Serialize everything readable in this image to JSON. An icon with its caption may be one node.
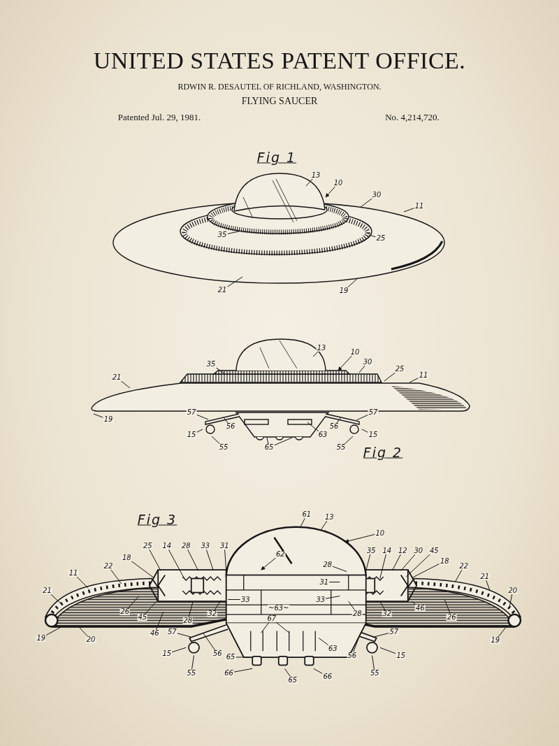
{
  "diagram": {
    "title": "UNITED STATES PATENT OFFICE.",
    "nodes": [
      {
        "text": [
          "13"
        ]
      },
      {
        "text": [
          "10"
        ]
      },
      {
        "text": [
          "30"
        ]
      },
      {
        "text": [
          "11"
        ]
      },
      {
        "text": [
          "35"
        ]
      },
      {
        "text": [
          "25"
        ]
      },
      {
        "text": [
          "21"
        ]
      },
      {
        "text": [
          "19"
        ]
      },
      {
        "text": [
          "13"
        ]
      },
      {
        "text": [
          "10"
        ]
      },
      {
        "text": [
          "35"
        ]
      },
      {
        "text": [
          "30"
        ]
      },
      {
        "text": [
          "25"
        ]
      },
      {
        "text": [
          "21"
        ]
      },
      {
        "text": [
          "11"
        ]
      },
      {
        "text": [
          "19"
        ]
      },
      {
        "text": [
          "57"
        ]
      },
      {
        "text": [
          "56"
        ]
      },
      {
        "text": [
          "15"
        ]
      },
      {
        "text": [
          "55"
        ]
      },
      {
        "text": [
          "65"
        ]
      },
      {
        "text": [
          "63"
        ]
      },
      {
        "text": [
          "56"
        ]
      },
      {
        "text": [
          "57"
        ]
      },
      {
        "text": [
          "15"
        ]
      },
      {
        "text": [
          "55"
        ]
      },
      {
        "text": [
          "62"
        ]
      },
      {
        "text": [
          "25"
        ]
      },
      {
        "text": [
          "14"
        ]
      },
      {
        "text": [
          "28"
        ]
      },
      {
        "text": [
          "33"
        ]
      },
      {
        "text": [
          "31"
        ]
      },
      {
        "text": [
          "18"
        ]
      },
      {
        "text": [
          "11"
        ]
      },
      {
        "text": [
          "22"
        ]
      },
      {
        "text": [
          "21"
        ]
      },
      {
        "text": [
          "26"
        ]
      },
      {
        "text": [
          "45"
        ]
      },
      {
        "text": [
          "46"
        ]
      },
      {
        "text": [
          "28"
        ]
      },
      {
        "text": [
          "32"
        ]
      },
      {
        "text": [
          "33"
        ]
      },
      {
        "text": [
          "19"
        ]
      },
      {
        "text": [
          "20"
        ]
      },
      {
        "text": [
          "57"
        ]
      },
      {
        "text": [
          "15"
        ]
      },
      {
        "text": [
          "56"
        ]
      },
      {
        "text": [
          "55"
        ]
      },
      {
        "text": [
          "65"
        ]
      },
      {
        "text": [
          "66"
        ]
      },
      {
        "text": [
          "67"
        ]
      },
      {
        "text": [
          "61"
        ]
      },
      {
        "text": [
          "13"
        ]
      },
      {
        "text": [
          "10"
        ]
      },
      {
        "text": [
          "28"
        ]
      },
      {
        "text": [
          "14"
        ]
      },
      {
        "text": [
          "35"
        ]
      },
      {
        "text": [
          "12"
        ]
      },
      {
        "text": [
          "30"
        ]
      },
      {
        "text": [
          "45"
        ]
      },
      {
        "text": [
          "18"
        ]
      },
      {
        "text": [
          "31"
        ]
      },
      {
        "text": [
          "22"
        ]
      },
      {
        "text": [
          "21"
        ]
      },
      {
        "text": [
          "20"
        ]
      },
      {
        "text": [
          "46"
        ]
      },
      {
        "text": [
          "26"
        ]
      },
      {
        "text": [
          "33"
        ]
      },
      {
        "text": [
          "28"
        ]
      },
      {
        "text": [
          "32"
        ]
      },
      {
        "text": [
          "19"
        ]
      },
      {
        "text": [
          "57"
        ]
      },
      {
        "text": [
          "55"
        ]
      },
      {
        "text": [
          "15"
        ]
      },
      {
        "text": [
          "56"
        ]
      },
      {
        "text": [
          "63"
        ]
      },
      {
        "text": [
          "66"
        ]
      },
      {
        "text": [
          "65"
        ]
      }
    ],
    "edges": [
      {
        "from": 0,
        "to": null,
        "arrow": "none"
      },
      {
        "from": 1,
        "to": null,
        "arrow": "to"
      },
      {
        "from": 2,
        "to": null,
        "arrow": "none"
      },
      {
        "from": 3,
        "to": null,
        "arrow": "none"
      },
      {
        "from": 4,
        "to": null,
        "arrow": "none"
      },
      {
        "from": 5,
        "to": null,
        "arrow": "none"
      },
      {
        "from": 6,
        "to": null,
        "arrow": "none"
      },
      {
        "from": 7,
        "to": null,
        "arrow": "none"
      },
      {
        "from": 8,
        "to": null,
        "arrow": "none"
      },
      {
        "from": 9,
        "to": null,
        "arrow": "to"
      },
      {
        "from": 10,
        "to": null,
        "arrow": "none"
      },
      {
        "from": 11,
        "to": null,
        "arrow": "none"
      },
      {
        "from": 12,
        "to": null,
        "arrow": "none"
      },
      {
        "from": 13,
        "to": null,
        "arrow": "none"
      },
      {
        "from": 14,
        "to": null,
        "arrow": "none"
      },
      {
        "from": 15,
        "to": null,
        "arrow": "none"
      },
      {
        "from": 16,
        "to": null,
        "arrow": "none"
      },
      {
        "from": 17,
        "to": null,
        "arrow": "none"
      },
      {
        "from": 18,
        "to": null,
        "arrow": "none"
      },
      {
        "from": 19,
        "to": null,
        "arrow": "none"
      },
      {
        "from": 20,
        "to": null,
        "arrow": "none"
      },
      {
        "from": 21,
        "to": null,
        "arrow": "none"
      },
      {
        "from": 22,
        "to": null,
        "arrow": "none"
      },
      {
        "from": 23,
        "to": null,
        "arrow": "none"
      },
      {
        "from": 24,
        "to": null,
        "arrow": "none"
      },
      {
        "from": 25,
        "to": null,
        "arrow": "none"
      },
      {
        "from": 26,
        "to": null,
        "arrow": "to"
      },
      {
        "from": 27,
        "to": null,
        "arrow": "none"
      },
      {
        "from": 28,
        "to": null,
        "arrow": "none"
      },
      {
        "from": 29,
        "to": null,
        "arrow": "none"
      },
      {
        "from": 30,
        "to": null,
        "arrow": "none"
      },
      {
        "from": 31,
        "to": null,
        "arrow": "none"
      },
      {
        "from": 32,
        "to": null,
        "arrow": "none"
      },
      {
        "from": 33,
        "to": null,
        "arrow": "none"
      },
      {
        "from": 34,
        "to": null,
        "arrow": "none"
      },
      {
        "from": 35,
        "to": null,
        "arrow": "none"
      },
      {
        "from": 36,
        "to": null,
        "arrow": "none"
      },
      {
        "from": 37,
        "to": null,
        "arrow": "none"
      },
      {
        "from": 38,
        "to": null,
        "arrow": "none"
      },
      {
        "from": 39,
        "to": null,
        "arrow": "none"
      },
      {
        "from": 40,
        "to": null,
        "arrow": "none"
      },
      {
        "from": 41,
        "to": null,
        "arrow": "none"
      },
      {
        "from": 42,
        "to": null,
        "arrow": "none"
      },
      {
        "from": 43,
        "to": null,
        "arrow": "none"
      },
      {
        "from": 44,
        "to": null,
        "arrow": "none"
      },
      {
        "from": 45,
        "to": null,
        "arrow": "none"
      },
      {
        "from": 46,
        "to": null,
        "arrow": "none"
      },
      {
        "from": 47,
        "to": null,
        "arrow": "none"
      },
      {
        "from": 48,
        "to": null,
        "arrow": "none"
      },
      {
        "from": 49,
        "to": null,
        "arrow": "none"
      },
      {
        "from": 50,
        "to": null,
        "arrow": "none"
      },
      {
        "from": 51,
        "to": null,
        "arrow": "none"
      },
      {
        "from": 52,
        "to": null,
        "arrow": "none"
      },
      {
        "from": 53,
        "to": null,
        "arrow": "to"
      },
      {
        "from": 54,
        "to": null,
        "arrow": "none"
      },
      {
        "from": 55,
        "to": null,
        "arrow": "none"
      },
      {
        "from": 56,
        "to": null,
        "arrow": "none"
      },
      {
        "from": 57,
        "to": null,
        "arrow": "none"
      },
      {
        "from": 58,
        "to": null,
        "arrow": "none"
      },
      {
        "from": 59,
        "to": null,
        "arrow": "none"
      },
      {
        "from": 60,
        "to": null,
        "arrow": "none"
      },
      {
        "from": 61,
        "to": null,
        "arrow": "none"
      },
      {
        "from": 62,
        "to": null,
        "arrow": "none"
      },
      {
        "from": 63,
        "to": null,
        "arrow": "none"
      },
      {
        "from": 64,
        "to": null,
        "arrow": "none"
      },
      {
        "from": 65,
        "to": null,
        "arrow": "none"
      },
      {
        "from": 66,
        "to": null,
        "arrow": "none"
      },
      {
        "from": 67,
        "to": null,
        "arrow": "none"
      },
      {
        "from": 68,
        "to": null,
        "arrow": "none"
      },
      {
        "from": 69,
        "to": null,
        "arrow": "none"
      },
      {
        "from": 70,
        "to": null,
        "arrow": "none"
      },
      {
        "from": 71,
        "to": null,
        "arrow": "none"
      },
      {
        "from": 72,
        "to": null,
        "arrow": "none"
      },
      {
        "from": 73,
        "to": null,
        "arrow": "none"
      },
      {
        "from": 74,
        "to": null,
        "arrow": "none"
      },
      {
        "from": 75,
        "to": null,
        "arrow": "none"
      },
      {
        "from": 76,
        "to": null,
        "arrow": "none"
      },
      {
        "from": 77,
        "to": null,
        "arrow": "none"
      },
      {
        "from": 20,
        "to": null,
        "arrow": "none"
      },
      {
        "from": 50,
        "to": null,
        "arrow": "none"
      }
    ],
    "labels": [
      "RDWIN R. DESAUTEL OF RICHLAND, WASHINGTON.",
      "FLYING SAUCER",
      "Patented Jul. 29, 1981.",
      "No. 4,214,720.",
      "Fig 1",
      "Fig 2",
      "Fig 3",
      "~63~"
    ]
  }
}
